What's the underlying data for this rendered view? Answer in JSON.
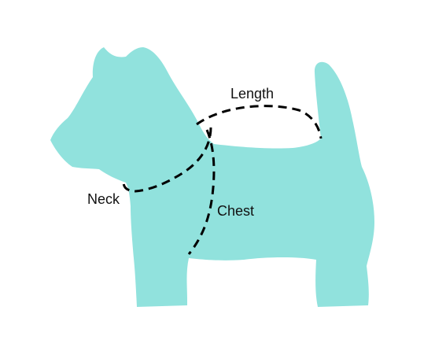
{
  "colors": {
    "dog_fill": "#91E2DD",
    "line": "#000000",
    "text": "#111111",
    "background": "#FFFFFF"
  },
  "labels": {
    "length": "Length",
    "neck": "Neck",
    "chest": "Chest"
  }
}
